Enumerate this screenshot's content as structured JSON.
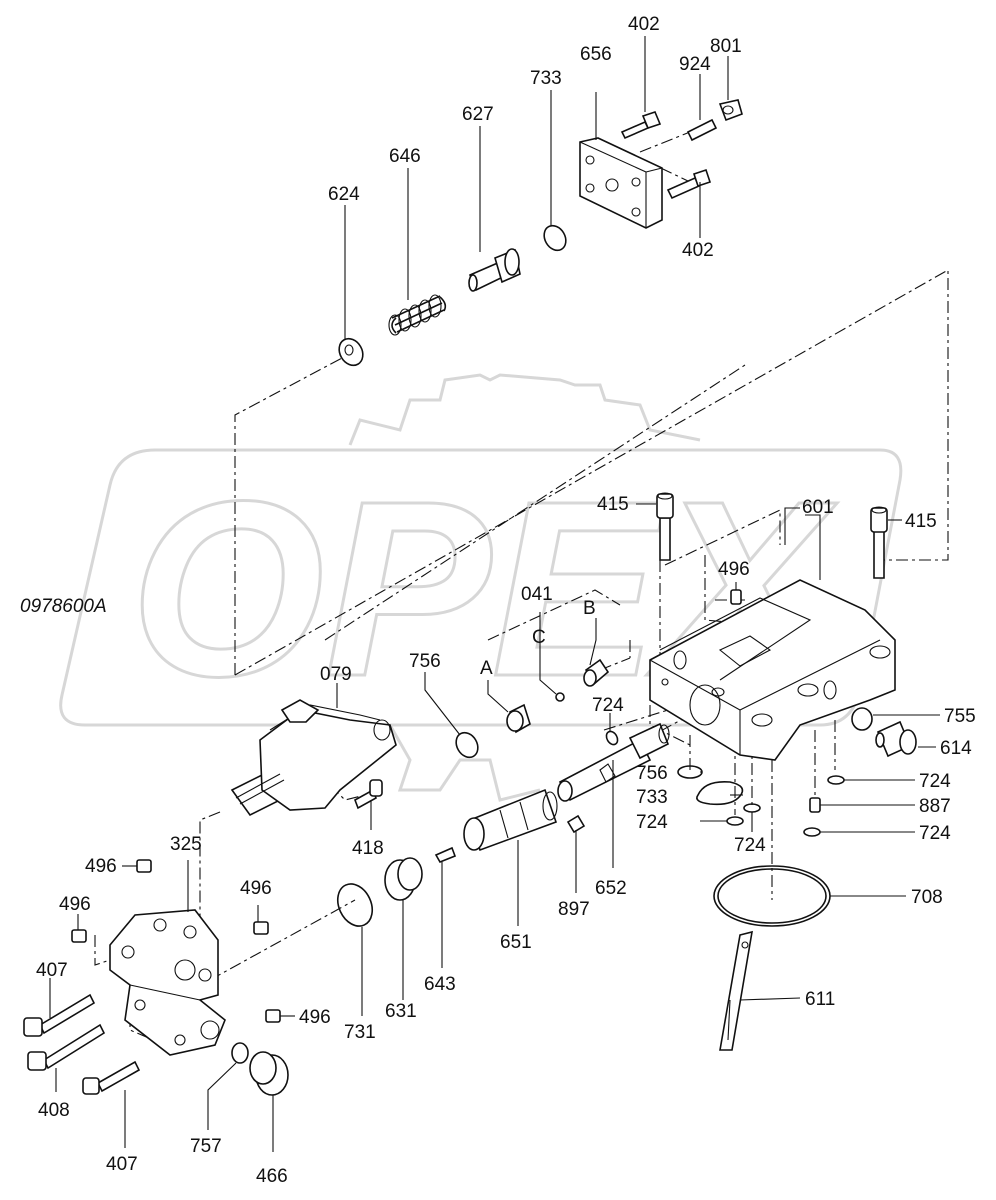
{
  "drawing_ref": "0978600A",
  "watermark": "OPEX",
  "callouts": {
    "p402a": "402",
    "p656": "656",
    "p801": "801",
    "p924": "924",
    "p733a": "733",
    "p627": "627",
    "p646": "646",
    "p624": "624",
    "p402b": "402",
    "p415a": "415",
    "p601": "601",
    "p415b": "415",
    "p496a": "496",
    "p041": "041",
    "tagB": "B",
    "tagC": "C",
    "tagA": "A",
    "p756a": "756",
    "p079": "079",
    "p724a": "724",
    "p755": "755",
    "p614": "614",
    "p756b": "756",
    "p724b": "724",
    "p733b": "733",
    "p887": "887",
    "p724c": "724",
    "p724d": "724",
    "p724e": "724",
    "p418": "418",
    "p325": "325",
    "p496b": "496",
    "p496c": "496",
    "p496d": "496",
    "p897": "897",
    "p652": "652",
    "p708": "708",
    "p651": "651",
    "p643": "643",
    "p631": "631",
    "p731": "731",
    "p496e": "496",
    "p407a": "407",
    "p611": "611",
    "p408": "408",
    "p757": "757",
    "p407b": "407",
    "p466": "466"
  }
}
